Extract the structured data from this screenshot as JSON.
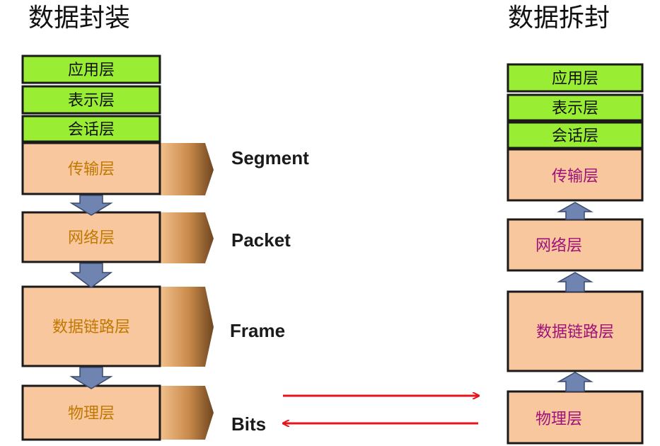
{
  "titles": {
    "left": "数据封装",
    "right": "数据拆封"
  },
  "colors": {
    "green": "#99ee33",
    "orange": "#f9c79d",
    "arrow_block": "#6f84b0",
    "red": "#e8141c",
    "left_text": "#c07800",
    "right_text": "#a0107a",
    "upper_text": "#111111"
  },
  "left_stack": {
    "upper": [
      "应用层",
      "表示层",
      "会话层"
    ],
    "lower": [
      "传输层",
      "网络层",
      "数据链路层",
      "物理层"
    ]
  },
  "pdu_labels": [
    "Segment",
    "Packet",
    "Frame",
    "Bits"
  ],
  "right_stack": {
    "upper": [
      "应用层",
      "表示层",
      "会话层"
    ],
    "lower": [
      "传输层",
      "网络层",
      "数据链路层",
      "物理层"
    ]
  }
}
